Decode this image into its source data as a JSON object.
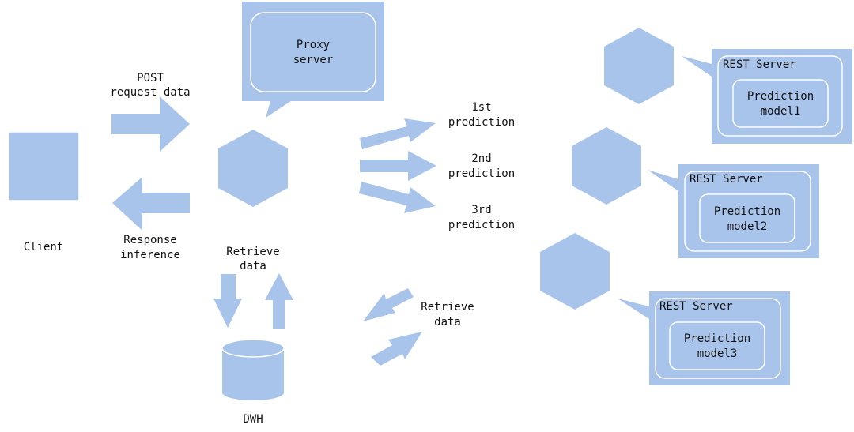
{
  "colors": {
    "fill": "#a9c4eb",
    "stroke": "#ffffff",
    "text": "#111111",
    "background": "#ffffff"
  },
  "client": {
    "label": "Client"
  },
  "proxy": {
    "line1": "Proxy",
    "line2": "server"
  },
  "arrows": {
    "post_line1": "POST",
    "post_line2": "request data",
    "response_line1": "Response",
    "response_line2": "inference"
  },
  "retrieve_left": {
    "line1": "Retrieve",
    "line2": "data"
  },
  "retrieve_right": {
    "line1": "Retrieve",
    "line2": "data"
  },
  "dwh": {
    "label": "DWH"
  },
  "predictions": [
    {
      "line1": "1st",
      "line2": "prediction"
    },
    {
      "line1": "2nd",
      "line2": "prediction"
    },
    {
      "line1": "3rd",
      "line2": "prediction"
    }
  ],
  "servers": [
    {
      "title": "REST Server",
      "model_line1": "Prediction",
      "model_line2": "model1"
    },
    {
      "title": "REST Server",
      "model_line1": "Prediction",
      "model_line2": "model2"
    },
    {
      "title": "REST Server",
      "model_line1": "Prediction",
      "model_line2": "model3"
    }
  ]
}
